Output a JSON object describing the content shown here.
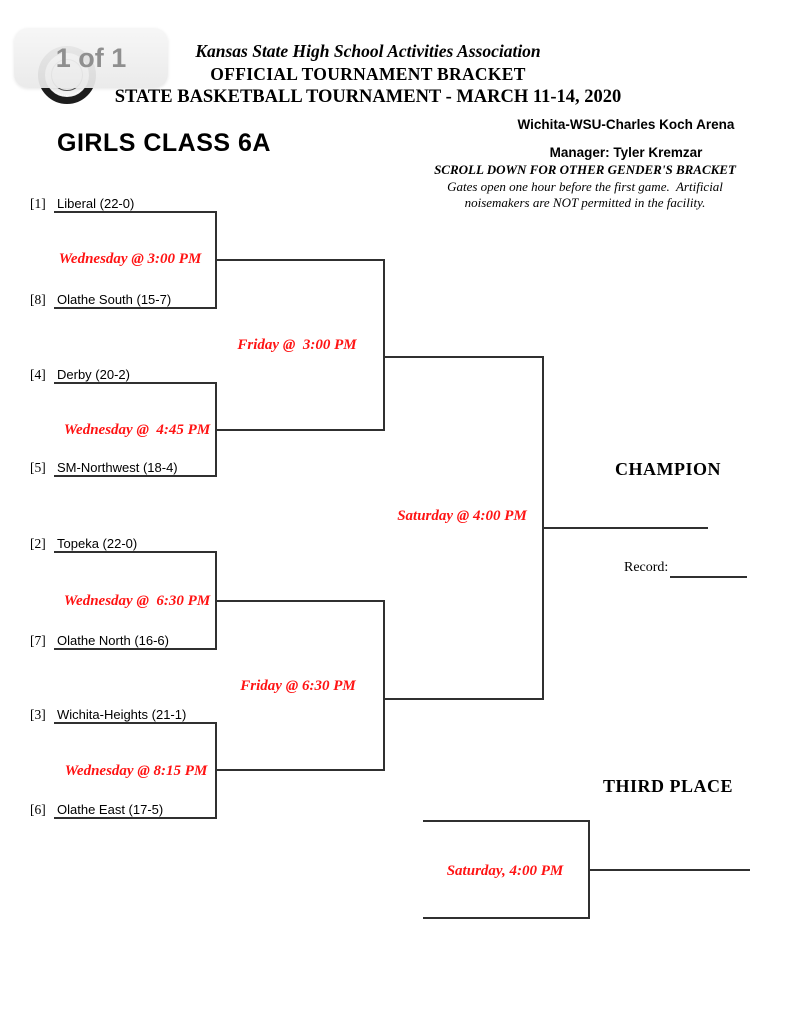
{
  "page_indicator": {
    "label": "1 of 1"
  },
  "header": {
    "line1": "Kansas State High School Activities Association",
    "line2": "OFFICIAL TOURNAMENT BRACKET",
    "line3": "STATE BASKETBALL TOURNAMENT - MARCH 11-14, 2020"
  },
  "bracket_title": "GIRLS CLASS 6A",
  "venue": {
    "arena": "Wichita-WSU-Charles Koch Arena",
    "manager": "Manager: Tyler Kremzar",
    "scroll_note": "SCROLL DOWN FOR OTHER GENDER'S BRACKET",
    "gates_note_line1": "Gates open one hour before the first game.  Artificial",
    "gates_note_line2": "noisemakers are NOT permitted in the facility."
  },
  "teams": [
    {
      "seed": "[1]",
      "name": "Liberal (22-0)"
    },
    {
      "seed": "[8]",
      "name": "Olathe South (15-7)"
    },
    {
      "seed": "[4]",
      "name": "Derby (20-2)"
    },
    {
      "seed": "[5]",
      "name": "SM-Northwest (18-4)"
    },
    {
      "seed": "[2]",
      "name": "Topeka (22-0)"
    },
    {
      "seed": "[7]",
      "name": "Olathe North (16-6)"
    },
    {
      "seed": "[3]",
      "name": "Wichita-Heights (21-1)"
    },
    {
      "seed": "[6]",
      "name": "Olathe East (17-5)"
    }
  ],
  "games": {
    "quarterfinal_1": "Wednesday @ 3:00 PM",
    "quarterfinal_2": "Wednesday @  4:45 PM",
    "quarterfinal_3": "Wednesday @  6:30 PM",
    "quarterfinal_4": "Wednesday @ 8:15 PM",
    "semifinal_1": "Friday @  3:00 PM",
    "semifinal_2": "Friday @ 6:30 PM",
    "final": "Saturday @ 4:00 PM",
    "third_place": "Saturday, 4:00 PM"
  },
  "labels": {
    "champion": "CHAMPION",
    "record": "Record:",
    "third_place": "THIRD PLACE"
  },
  "colors": {
    "game_time_red": "#ff1414",
    "line_color": "#303030"
  }
}
